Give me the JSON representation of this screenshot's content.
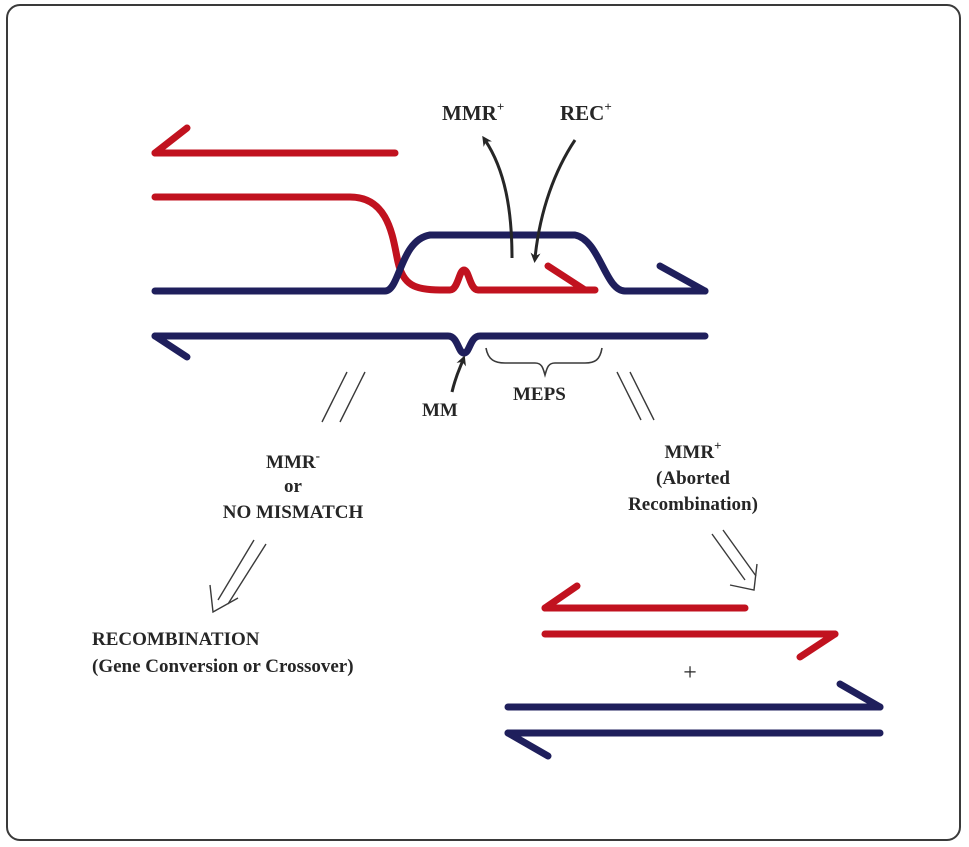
{
  "colors": {
    "red": "#c1121f",
    "blue": "#1f1f5c",
    "ink": "#262626"
  },
  "labels": {
    "mmr_plus_top": "MMR",
    "mmr_plus_top_sup": "+",
    "rec_plus": "REC",
    "rec_plus_sup": "+",
    "mm": "MM",
    "meps": "MEPS",
    "left_branch_line1": "MMR",
    "left_branch_line1_sup": "-",
    "left_branch_line2": "or",
    "left_branch_line3": "NO MISMATCH",
    "recombination_line1": "RECOMBINATION",
    "recombination_line2": "(Gene Conversion or Crossover)",
    "right_branch_line1": "MMR",
    "right_branch_line1_sup": "+",
    "right_branch_line2": "(Aborted",
    "right_branch_line3": "Recombination)",
    "plus_sign": "+"
  },
  "icons": {
    "curved_arrows": "curved-arrow-icon",
    "branch_arrows": "double-line-arrow-icon",
    "meps_brace": "curly-brace-icon"
  }
}
